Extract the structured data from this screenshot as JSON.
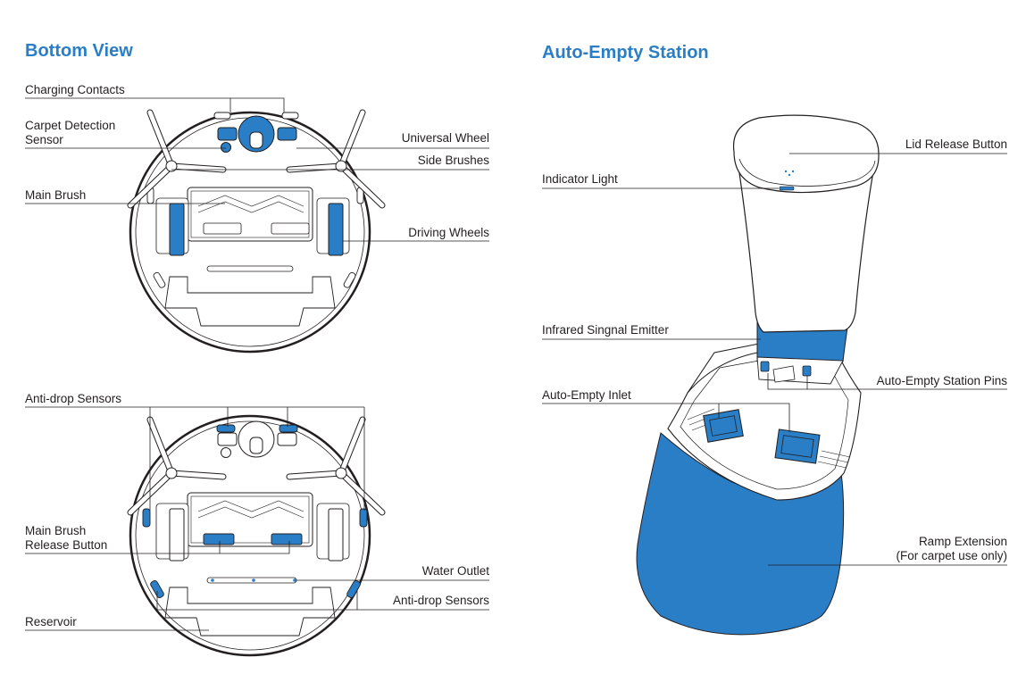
{
  "colors": {
    "accent": "#2a7ec6",
    "line": "#231f20",
    "part_fill": "#2a7ec6"
  },
  "bottom_view": {
    "title": "Bottom View",
    "labels": {
      "charging_contacts": "Charging Contacts",
      "carpet_detection_l1": "Carpet Detection",
      "carpet_detection_l2": "Sensor",
      "universal_wheel": "Universal Wheel",
      "side_brushes": "Side Brushes",
      "main_brush": "Main Brush",
      "driving_wheels": "Driving Wheels",
      "anti_drop_top": "Anti-drop Sensors",
      "main_brush_release_l1": "Main Brush",
      "main_brush_release_l2": "Release Button",
      "water_outlet": "Water Outlet",
      "anti_drop_bottom": "Anti-drop Sensors",
      "reservoir": "Reservoir"
    }
  },
  "station": {
    "title": "Auto-Empty Station",
    "labels": {
      "lid_release_button": "Lid Release Button",
      "indicator_light": "Indicator Light",
      "infrared_emitter": "Infrared Singnal Emitter",
      "station_pins": "Auto-Empty Station Pins",
      "inlet": "Auto-Empty Inlet",
      "ramp_l1": "Ramp Extension",
      "ramp_l2": "(For carpet use only)"
    }
  }
}
